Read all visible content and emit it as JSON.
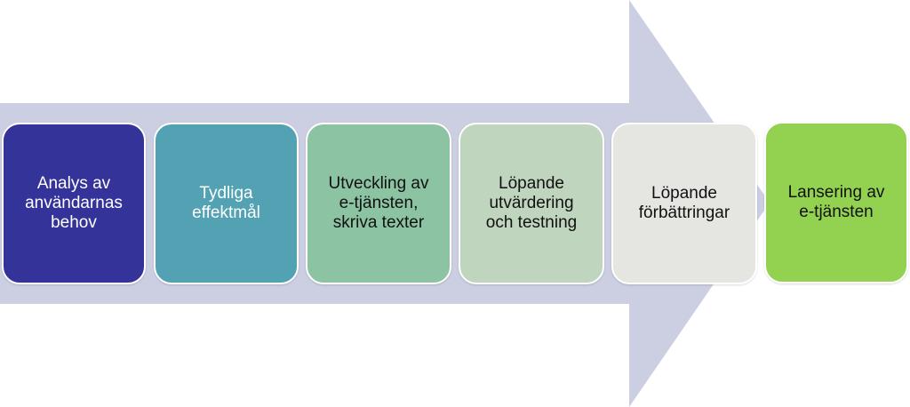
{
  "diagram": {
    "arrow_color": "#cccfe2",
    "steps": [
      {
        "label": "Analys av\nanvändarnas\nbehov",
        "bg": "#343399",
        "fg": "#ffffff"
      },
      {
        "label": "Tydliga\neffektmål",
        "bg": "#53a2b4",
        "fg": "#ffffff"
      },
      {
        "label": "Utveckling av\ne-tjänsten,\nskriva texter",
        "bg": "#8cc3a3",
        "fg": "#111111"
      },
      {
        "label": "Löpande\nutvärdering\noch testning",
        "bg": "#c0d5bd",
        "fg": "#111111"
      },
      {
        "label": "Löpande\nförbättringar",
        "bg": "#e5e5e1",
        "fg": "#111111"
      },
      {
        "label": "Lansering av\ne-tjänsten",
        "bg": "#93d150",
        "fg": "#111111"
      }
    ]
  }
}
